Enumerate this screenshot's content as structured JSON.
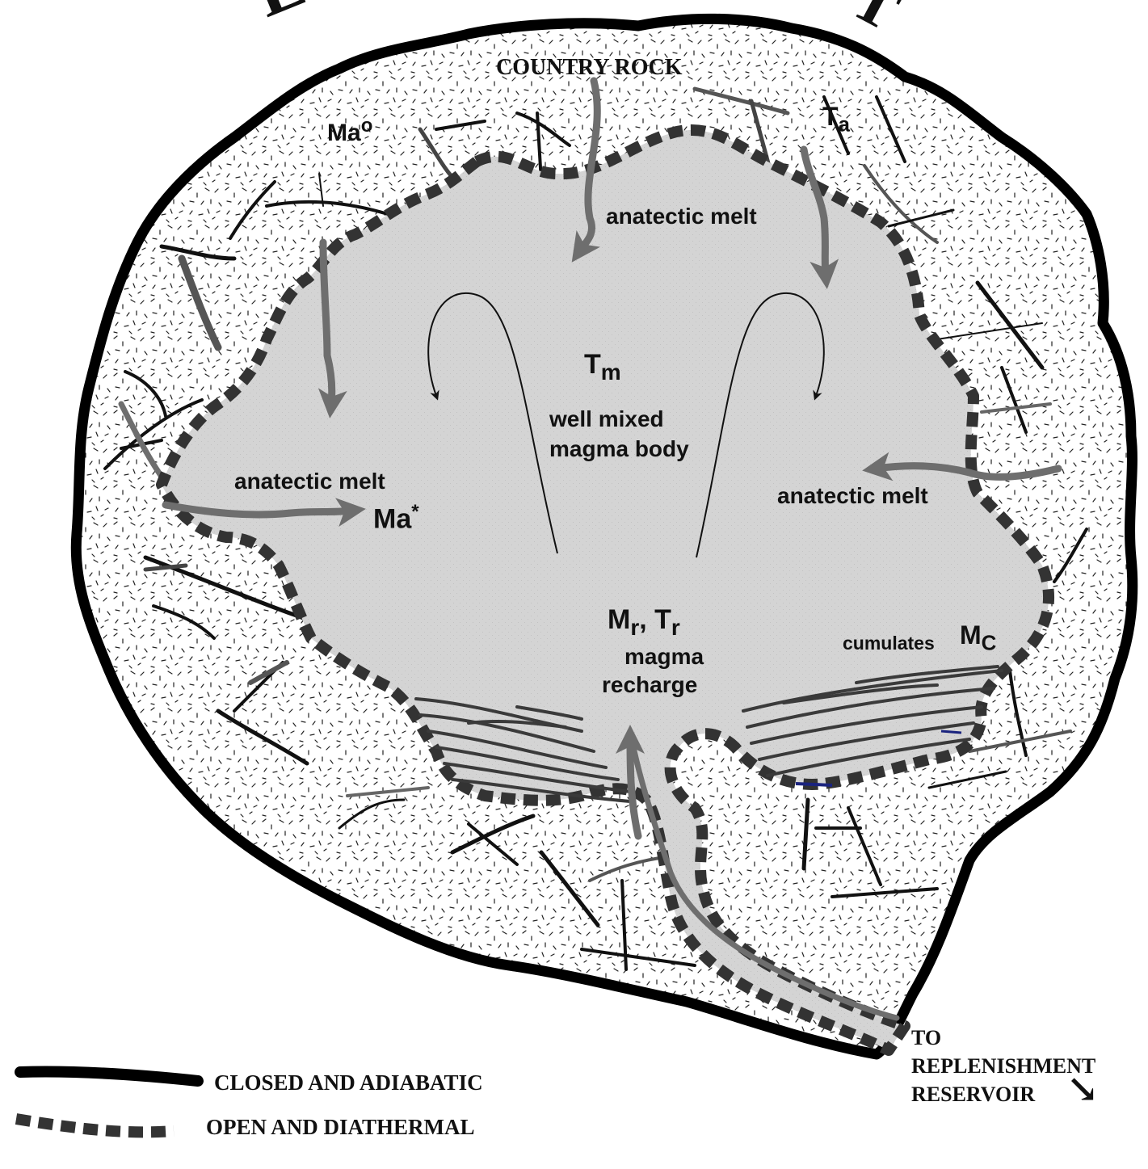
{
  "title_fragment": {
    "left": "E",
    "right": "T"
  },
  "labels": {
    "country_rock": "COUNTRY ROCK",
    "ma_o": {
      "base": "Ma",
      "sup": "o"
    },
    "ta": {
      "base": "T",
      "sub": "a"
    },
    "anatectic_top": "anatectic melt",
    "tm": {
      "base": "T",
      "sub": "m"
    },
    "well_mixed_1": "well mixed",
    "well_mixed_2": "magma body",
    "anatectic_left": "anatectic melt",
    "ma_star": {
      "base": "Ma",
      "sup": "*"
    },
    "anatectic_right": "anatectic melt",
    "mr_tr": {
      "m": "M",
      "m_sub": "r",
      "sep": ", ",
      "t": "T",
      "t_sub": "r"
    },
    "magma": "magma",
    "recharge": "recharge",
    "cumulates": "cumulates",
    "mc": {
      "base": "M",
      "sub": "C"
    },
    "to_1": "TO",
    "to_2": "REPLENISHMENT",
    "to_3": "RESERVOIR",
    "to_arrow": "↘"
  },
  "legend": {
    "closed": "CLOSED AND  ADIABATIC",
    "open": "OPEN  AND DIATHERMAL"
  },
  "colors": {
    "magma_fill": "#d4d4d4",
    "country_rock_fill": "#ffffff",
    "boundary": "#000000",
    "dashed_boundary": "#333333",
    "arrow_gray": "#6e6e6e",
    "cumulate_layers": "#3a3a3a",
    "accent_blue": "#1a237e"
  }
}
